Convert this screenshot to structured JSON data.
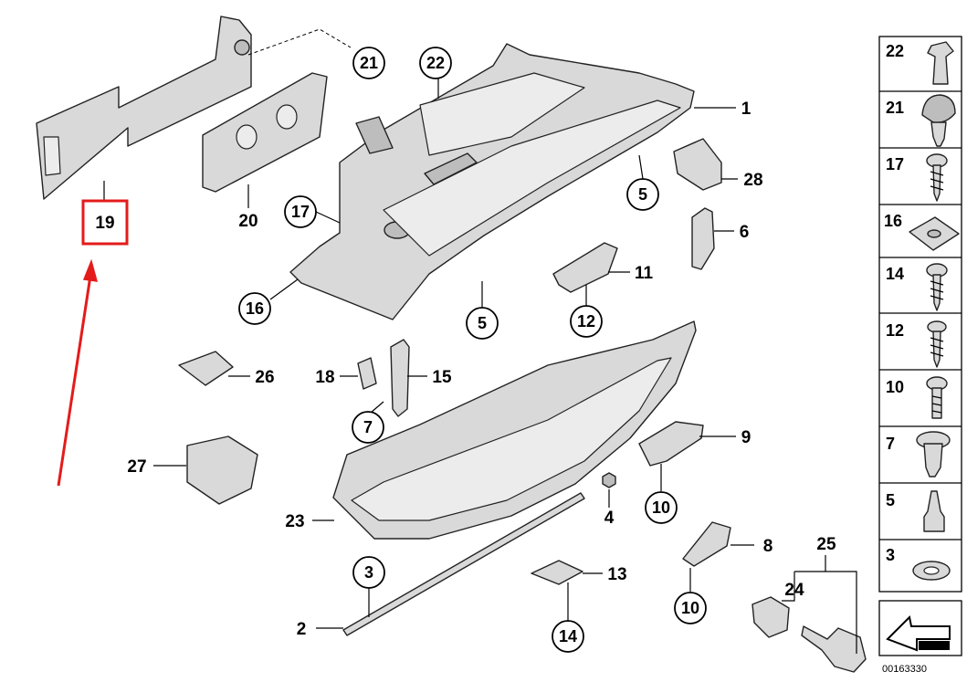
{
  "callouts": [
    {
      "label": "21",
      "circled": true
    },
    {
      "label": "22",
      "circled": true
    },
    {
      "label": "1",
      "circled": false
    },
    {
      "label": "28",
      "circled": false
    },
    {
      "label": "5",
      "circled": true
    },
    {
      "label": "6",
      "circled": false
    },
    {
      "label": "17",
      "circled": true
    },
    {
      "label": "20",
      "circled": false
    },
    {
      "label": "19",
      "circled": false,
      "highlighted": true
    },
    {
      "label": "16",
      "circled": true
    },
    {
      "label": "5",
      "circled": true
    },
    {
      "label": "11",
      "circled": false
    },
    {
      "label": "12",
      "circled": true
    },
    {
      "label": "26",
      "circled": false
    },
    {
      "label": "18",
      "circled": false
    },
    {
      "label": "15",
      "circled": false
    },
    {
      "label": "7",
      "circled": true
    },
    {
      "label": "9",
      "circled": false
    },
    {
      "label": "27",
      "circled": false
    },
    {
      "label": "10",
      "circled": true
    },
    {
      "label": "4",
      "circled": false
    },
    {
      "label": "23",
      "circled": false
    },
    {
      "label": "8",
      "circled": false
    },
    {
      "label": "25",
      "circled": false
    },
    {
      "label": "3",
      "circled": true
    },
    {
      "label": "13",
      "circled": false
    },
    {
      "label": "24",
      "circled": false
    },
    {
      "label": "10",
      "circled": true
    },
    {
      "label": "2",
      "circled": false
    },
    {
      "label": "14",
      "circled": true
    }
  ],
  "side_panel": [
    {
      "label": "22",
      "icon": "expanding-clip-icon"
    },
    {
      "label": "21",
      "icon": "rivet-icon"
    },
    {
      "label": "17",
      "icon": "self-tapping-screw-icon"
    },
    {
      "label": "16",
      "icon": "clip-nut-icon"
    },
    {
      "label": "14",
      "icon": "sheet-metal-screw-icon"
    },
    {
      "label": "12",
      "icon": "fillister-screw-icon"
    },
    {
      "label": "10",
      "icon": "machine-screw-icon"
    },
    {
      "label": "7",
      "icon": "buffer-icon"
    },
    {
      "label": "5",
      "icon": "rubber-stop-icon"
    },
    {
      "label": "3",
      "icon": "washer-icon"
    }
  ],
  "diagram_number": "00163330",
  "colors": {
    "highlight": "#e41b1b",
    "part_fill": "#d9d9d9",
    "line": "#000000"
  }
}
